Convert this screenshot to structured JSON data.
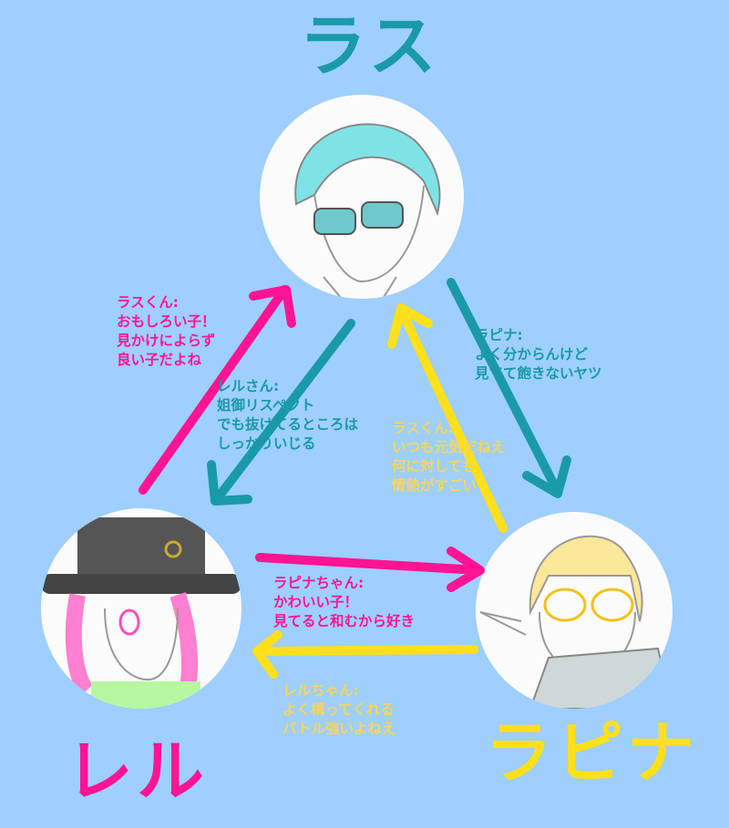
{
  "colors": {
    "background": "#9ecfff",
    "ras": "#1a9aa8",
    "reru": "#ff1493",
    "rapina": "#ffe01a",
    "rapina_text": "#f7d55a"
  },
  "characters": {
    "ras": {
      "name": "ラス"
    },
    "reru": {
      "name": "レル"
    },
    "rapina": {
      "name": "ラピナ"
    }
  },
  "relations": {
    "reru_to_ras": {
      "lines": [
        "ラスくん:",
        "おもしろい子！",
        "見かけによらず",
        "良い子だよね"
      ]
    },
    "ras_to_reru": {
      "lines": [
        "レルさん:",
        "姐御リスペクト",
        "でも抜けてるところは",
        "しっかりいじる"
      ]
    },
    "ras_to_rapina": {
      "lines": [
        "ラピナ:",
        "よく分からんけど",
        "見てて飽きないヤツ"
      ]
    },
    "rapina_to_ras": {
      "lines": [
        "ラスくん:",
        "いつも元気だねえ",
        "何に対しても",
        "情熱がすごい"
      ]
    },
    "reru_to_rapina": {
      "lines": [
        "ラピナちゃん:",
        "かわいい子！",
        "見てると和むから好き"
      ]
    },
    "rapina_to_reru": {
      "lines": [
        "レルちゃん:",
        "よく構ってくれる",
        "バトル強いよねえ"
      ]
    }
  }
}
